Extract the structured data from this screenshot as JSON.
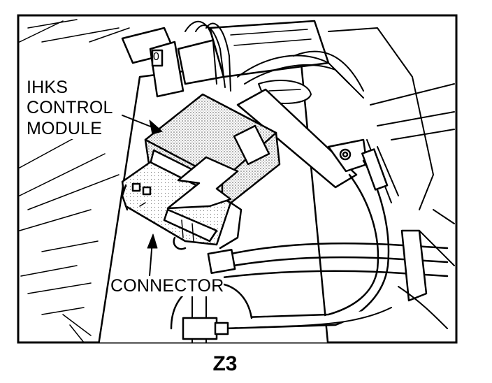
{
  "figure": {
    "labels": {
      "module_line1": "IHKS",
      "module_line2": "CONTROL",
      "module_line3": "MODULE",
      "connector": "CONNECTOR",
      "small_mark": "0"
    },
    "caption": "Z3"
  },
  "colors": {
    "ink": "#000000",
    "paper": "#ffffff",
    "shade": "#c8c8c8"
  }
}
